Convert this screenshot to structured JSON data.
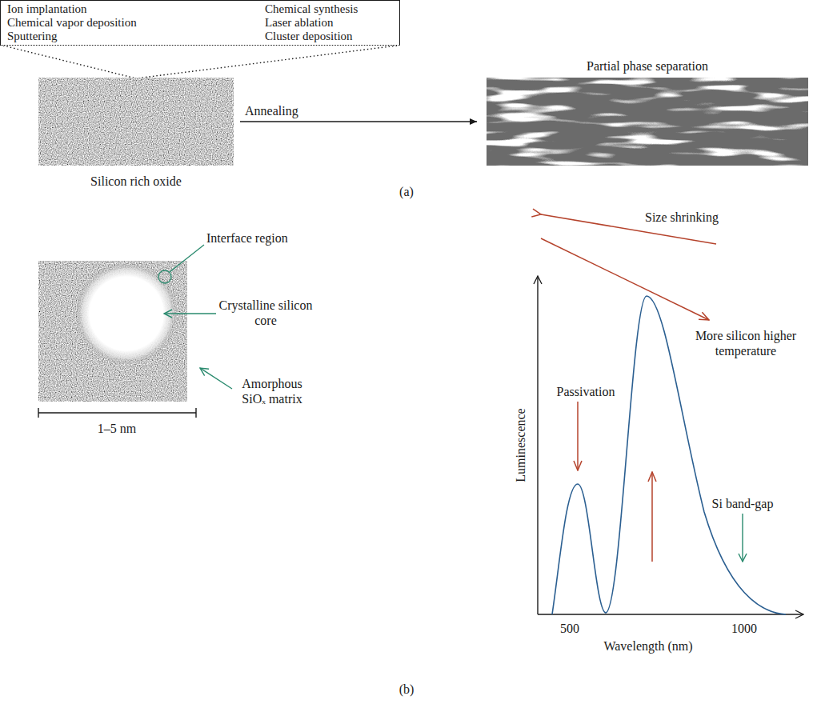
{
  "diagram": {
    "nodes": [
      {
        "text": [
          "Ion implantation",
          "Chemical vapor deposition",
          "Sputtering",
          "Chemical synthesis",
          "Laser ablation",
          "Cluster deposition"
        ]
      },
      {
        "text": [
          "Silicon rich oxide"
        ]
      },
      {
        "text": [
          "Partial phase separation"
        ]
      }
    ],
    "edges": [
      {
        "from": 0,
        "to": 1,
        "arrow": "none"
      },
      {
        "from": 1,
        "to": 2,
        "label": "Annealing",
        "arrow": "to"
      }
    ],
    "labels": [
      "(a)",
      "Interface region",
      "Crystalline silicon core",
      "Amorphous SiOₓ matrix",
      "1–5 nm",
      "Size shrinking",
      "Passivation",
      "More silicon higher temperature",
      "Si band-gap",
      "Luminescence",
      "500",
      "1000",
      "Wavelength (nm)",
      "(b)"
    ]
  }
}
